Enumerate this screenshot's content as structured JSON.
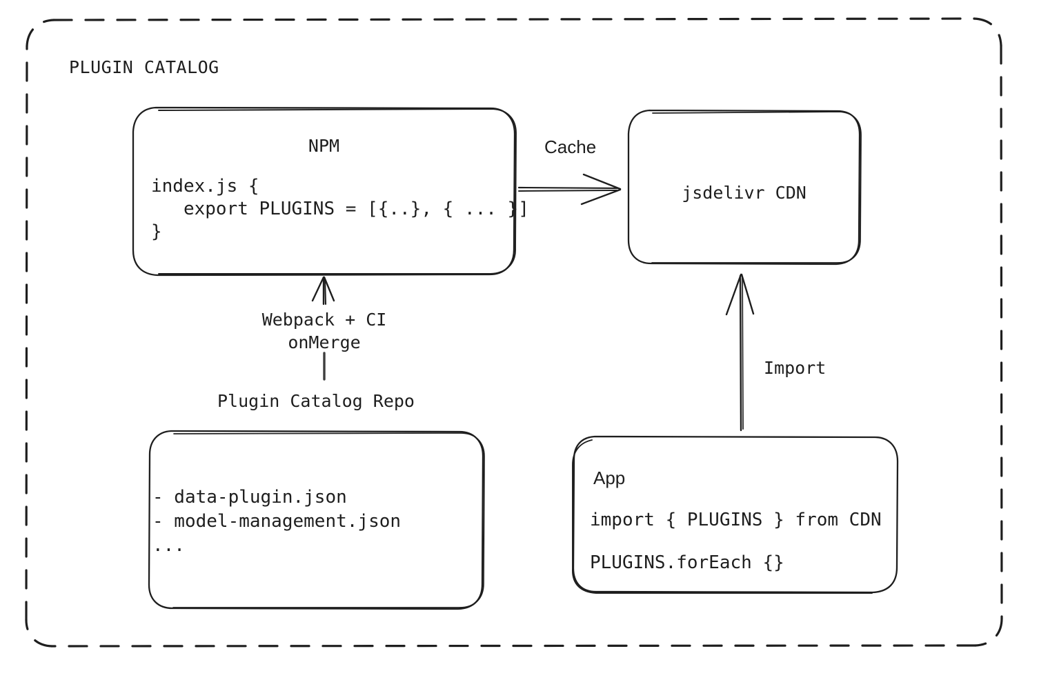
{
  "diagram": {
    "type": "architecture-flow",
    "group": {
      "label": "PLUGIN CATALOG",
      "border_style": "dashed",
      "color": "#1e1e1e"
    },
    "nodes": [
      {
        "id": "npm",
        "title": "NPM",
        "code_lines": [
          "index.js {",
          "   export PLUGINS = [{..}, { ... }]",
          "}"
        ]
      },
      {
        "id": "cdn",
        "title": "jsdelivr CDN",
        "code_lines": []
      },
      {
        "id": "repo",
        "caption": "Plugin Catalog Repo",
        "code_lines": [
          "- data-plugin.json",
          "- model-management.json",
          "..."
        ]
      },
      {
        "id": "app",
        "title": "App",
        "code_lines": [
          "import { PLUGINS } from CDN",
          "PLUGINS.forEach {}"
        ]
      }
    ],
    "edges": [
      {
        "id": "npm-to-cdn",
        "label": "Cache",
        "from": "npm",
        "to": "cdn",
        "direction": "right"
      },
      {
        "id": "repo-to-npm",
        "label": "Webpack + CI\nonMerge",
        "label_line1": "Webpack + CI",
        "label_line2": "onMerge",
        "from": "repo",
        "to": "npm",
        "direction": "up"
      },
      {
        "id": "app-to-cdn",
        "label": "Import",
        "from": "app",
        "to": "cdn",
        "direction": "up"
      }
    ]
  },
  "colors": {
    "stroke": "#1e1e1e",
    "background": "#ffffff"
  }
}
